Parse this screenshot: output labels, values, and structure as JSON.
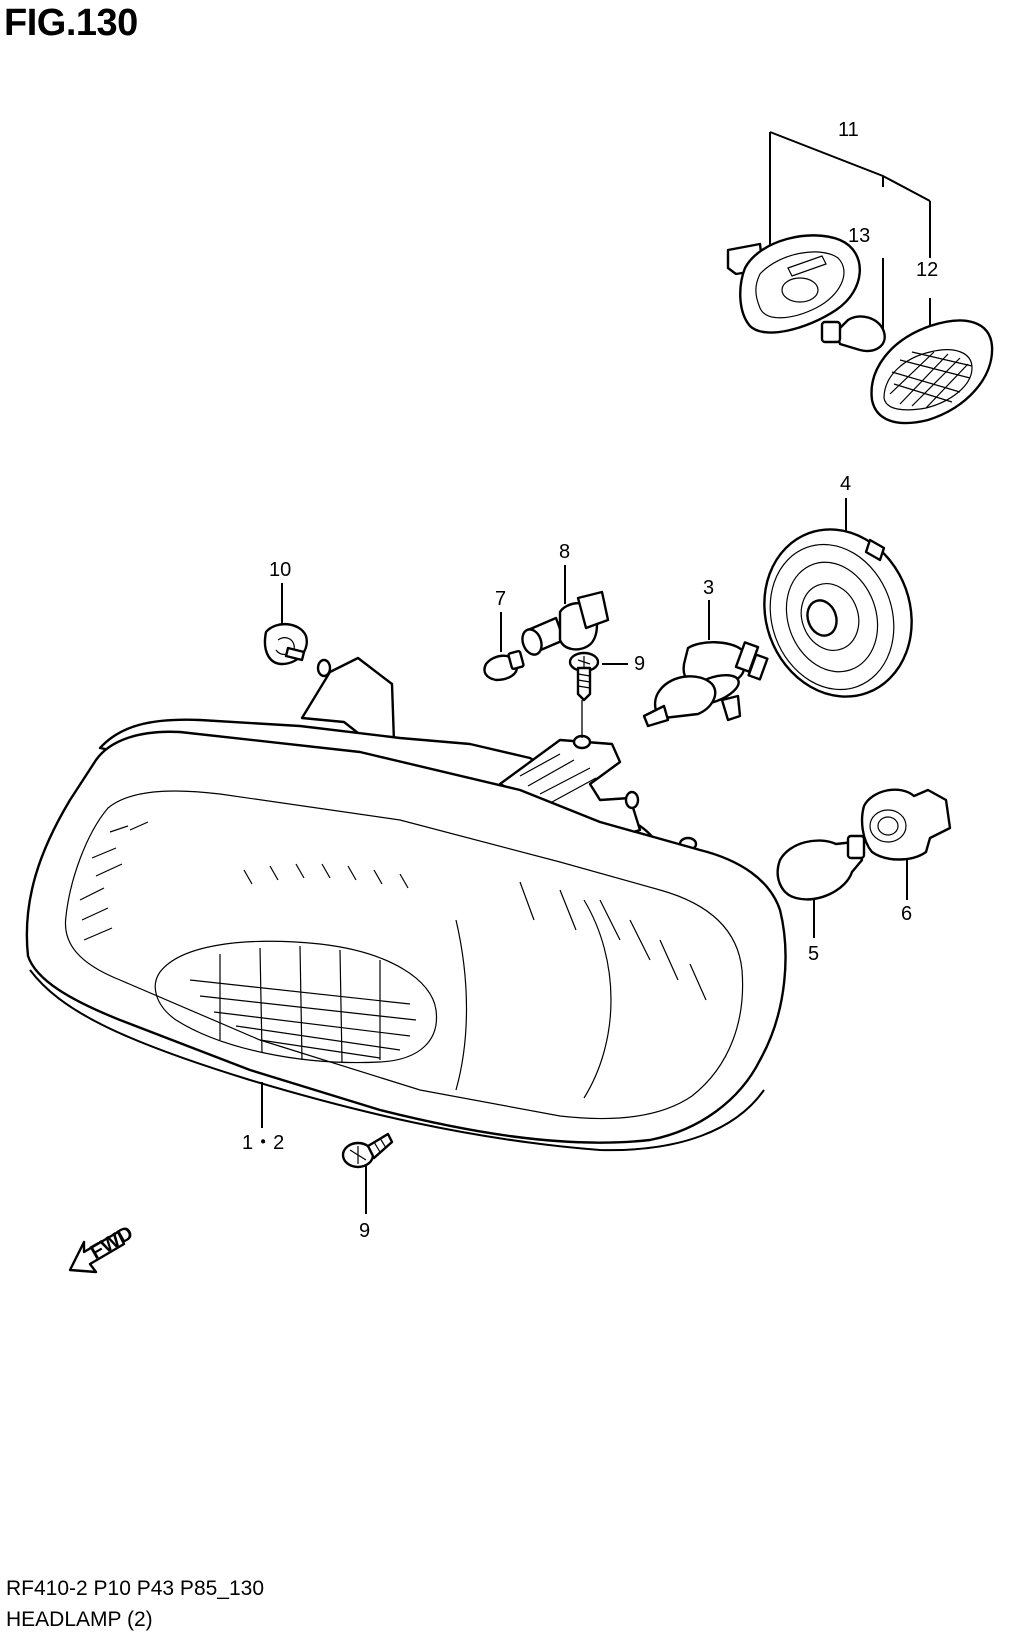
{
  "figure": {
    "title": "FIG.130",
    "code": "RF410-2 P10 P43 P85_130",
    "name": "HEADLAMP (2)",
    "fwd_label": "FWD"
  },
  "callouts": [
    {
      "id": "c11",
      "text": "11"
    },
    {
      "id": "c13",
      "text": "13"
    },
    {
      "id": "c12",
      "text": "12"
    },
    {
      "id": "c4",
      "text": "4"
    },
    {
      "id": "c10",
      "text": "10"
    },
    {
      "id": "c8",
      "text": "8"
    },
    {
      "id": "c7",
      "text": "7"
    },
    {
      "id": "c3",
      "text": "3"
    },
    {
      "id": "c9a",
      "text": "9"
    },
    {
      "id": "c6",
      "text": "6"
    },
    {
      "id": "c5",
      "text": "5"
    },
    {
      "id": "c12b",
      "text": "1・2"
    },
    {
      "id": "c9b",
      "text": "9"
    }
  ]
}
